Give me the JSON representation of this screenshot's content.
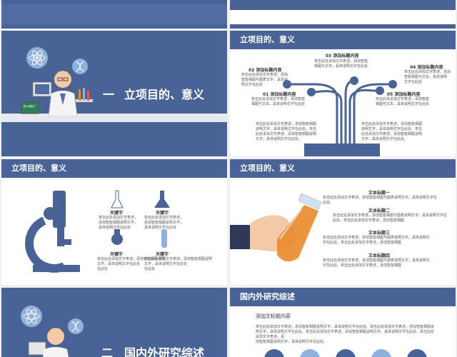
{
  "s2": {
    "section_no": "一",
    "section_title": "立项目的、意义",
    "board_text": "E=MC²"
  },
  "s3": {
    "header": "立项目的、意义",
    "items": [
      {
        "label": "03 添加标题内容",
        "text": "单击此处添加文字表述，添加智能\n相图与文本，具体说明文字在此处"
      },
      {
        "label": "02 添加标题内容",
        "text": "单击此处添加文字表述，添加\n智能相图与图表文字，具体说\n明文字在此处"
      },
      {
        "label": "04 添加标题内容",
        "text": "单击此处添加文字表述，添加\n智能相图与文本，具体说明\n文字在此处"
      },
      {
        "label": "01 添加标题内容",
        "text": "单击此处添加文字表述，添加智能\n相图与文本，具体说明文字在此处"
      },
      {
        "label": "05 添加标题内容",
        "text": "单击此处添加文字表述，添加智能\n相图与文本，具体说明文字在此处"
      }
    ],
    "body_left": "单击此处添加文字表述，添加智能相图\n说明文字，具体说明文字在此处。单击\n此处添加文字表述，添加智能相图说明\n文字，具体说明文字在此处。",
    "body_right": "单击此处添加文字表述，添加智能相图\n说明文字，具体说明文字在此处。单击\n此处添加文字表述，添加智能相图说明\n文字，具体说明文字在此处。"
  },
  "s4": {
    "header": "立项目的、意义",
    "keywords": [
      {
        "label": "关键字",
        "text": "单击此处添加文字表述，\n添加智能相图说明文字，\n具体说明文字在此处"
      },
      {
        "label": "关键字",
        "text": "单击此处添加文字表述，\n添加智能相图说明文字，\n具体说明文字在此处"
      },
      {
        "label": "关键字",
        "text": "单击此处添加文字表述，添加智能相图说明\n文字，具体说明文字在此处\n在此处"
      },
      {
        "label": "关键字",
        "text": "单击此处添加文字表述，添加智能相图说明\n文字，具体说明文字在此处\n在此处"
      }
    ]
  },
  "s5": {
    "header": "立项目的、意义",
    "titles": [
      {
        "label": "文本标题一",
        "text": "单击此处添加文字表述，添加智能相图与图表说明文字，具体说明文字在\n此处。"
      },
      {
        "label": "文本标题二",
        "text": "单击此处添加文字表述，添加智能相图与图表说明文字，具体说明文字在\n此处。单击此处添加文字表述，添加智能相图"
      },
      {
        "label": "文本标题三",
        "text": "单击此处添加文字表述，添加智能相图与图表说明文字，具体说明文\n字在此处。单击此处添加文字表述，添加智能相图"
      },
      {
        "label": "文本标题四",
        "text": "单击此处添加文字表述，添加智能相图与图表说明文字，具体说明文\n字在此处。单击此处添加文字表述，添加智能相图"
      }
    ]
  },
  "s6": {
    "section_no": "二",
    "section_title": "国内外研究综述"
  },
  "s7": {
    "header": "国内外研究综述",
    "subtitle": "添加文标题内容",
    "paragraph": "单击此处添加文字表述，添加智能相图说明文字，具体说明文字在此处。单击此处添加文字表述，添加智能相图说明文字，具体说明文字在此处。单击此处添加文字表述，添加智能相图说明文字，具体说明文字在此处。单击此处添加文字表述，添\n加智能相图说明文字，具体说明文字在此处。"
  },
  "colors": {
    "primary": "#4a6397",
    "accent": "#e98a2c",
    "light_blue": "#8fb1dd"
  }
}
